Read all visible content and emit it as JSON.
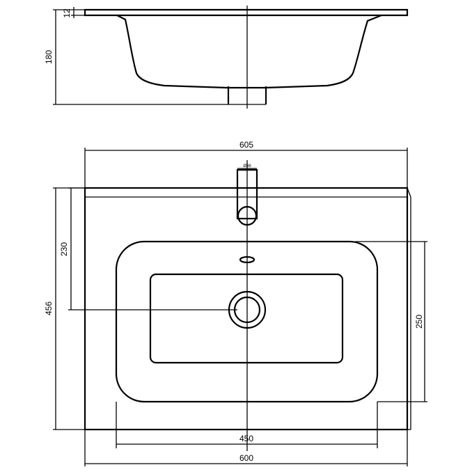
{
  "dimensions": {
    "side_top_thickness": "12",
    "side_height": "180",
    "overall_width": "605",
    "tap_hole": "Ø36",
    "waste_offset": "230",
    "overall_depth": "456",
    "bowl_depth": "250",
    "bowl_width": "450",
    "cabinet_width": "600"
  }
}
